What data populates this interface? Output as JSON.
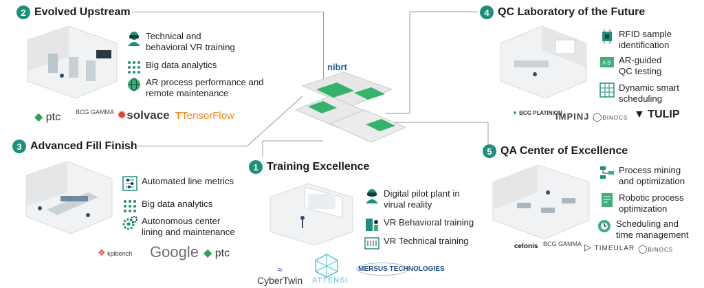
{
  "center": {
    "brand": "nibrt"
  },
  "sections": [
    {
      "number": "2",
      "title": "Evolved Upstream",
      "features": [
        {
          "icon": "vr-headset-icon",
          "text": "Technical and\nbehavioral VR training"
        },
        {
          "icon": "data-grid-icon",
          "text": "Big data analytics"
        },
        {
          "icon": "ar-globe-icon",
          "text": "AR process performance and\nremote maintenance"
        }
      ],
      "logos": [
        "ptc",
        "BCG GAMMA",
        "solvace",
        "TensorFlow"
      ]
    },
    {
      "number": "3",
      "title": "Advanced Fill Finish",
      "features": [
        {
          "icon": "sliders-icon",
          "text": "Automated line metrics"
        },
        {
          "icon": "data-grid-icon",
          "text": "Big data analytics"
        },
        {
          "icon": "gears-icon",
          "text": "Autonomous center\nlining and maintenance"
        }
      ],
      "logos": [
        "kpibench",
        "Google",
        "ptc"
      ]
    },
    {
      "number": "1",
      "title": "Training Excellence",
      "features": [
        {
          "icon": "vr-headset-icon",
          "text": "Digital pilot plant in\nvirual reality"
        },
        {
          "icon": "person-screen-icon",
          "text": "VR Behavioral training"
        },
        {
          "icon": "gauge-icon",
          "text": "VR Technical training"
        }
      ],
      "logos": [
        "CyberTwin",
        "ATTENSI",
        "MERSUS TECHNOLOGIES"
      ]
    },
    {
      "number": "4",
      "title": "QC Laboratory of the Future",
      "features": [
        {
          "icon": "rfid-chip-icon",
          "text": "RFID sample\nidentification"
        },
        {
          "icon": "ar-screen-icon",
          "text": "AR-guided\nQC testing"
        },
        {
          "icon": "schedule-grid-icon",
          "text": "Dynamic smart\nscheduling"
        }
      ],
      "logos": [
        "BCG PLATINION",
        "IMPINJ",
        "BINOCS",
        "TULIP"
      ]
    },
    {
      "number": "5",
      "title": "QA Center of Excellence",
      "features": [
        {
          "icon": "process-flow-icon",
          "text": "Process mining\nand optimization"
        },
        {
          "icon": "robot-doc-icon",
          "text": "Robotic process\noptimization"
        },
        {
          "icon": "clock-gear-icon",
          "text": "Scheduling and\ntime management"
        }
      ],
      "logos": [
        "celonis",
        "BCG GAMMA",
        "TIMEULAR",
        "BINOCS"
      ]
    }
  ],
  "colors": {
    "teal": "#1e8f7e",
    "green": "#35b36a",
    "line": "#9a9a9a"
  }
}
